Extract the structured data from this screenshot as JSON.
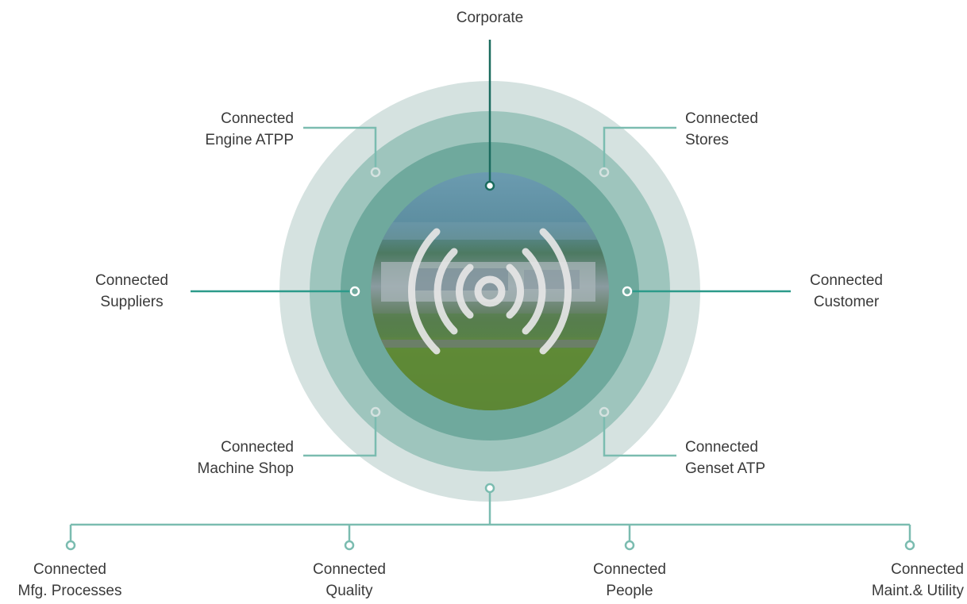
{
  "colors": {
    "ring_outer": "#d5e2e0",
    "ring_middle": "#9ec5bd",
    "ring_inner": "#6fa99d",
    "line_dark": "#1a6b5e",
    "line_teal": "#2c9a8a",
    "line_light": "#7bbcb0",
    "photo_sky": "#5f8ca0",
    "photo_ground": "#5f8a3e",
    "signal_icon": "#e3e3e3",
    "text": "#3a3a3a"
  },
  "icons": {
    "center": "wifi-signal-icon",
    "node": "circle-node-icon"
  },
  "hub": {
    "image": "aerial factory photo with wireless signal icon"
  },
  "nodes": {
    "corporate": {
      "line1": "Corporate"
    },
    "engine": {
      "line1": "Connected",
      "line2": "Engine ATPP"
    },
    "stores": {
      "line1": "Connected",
      "line2": "Stores"
    },
    "suppliers": {
      "line1": "Connected",
      "line2": "Suppliers"
    },
    "customer": {
      "line1": "Connected",
      "line2": "Customer"
    },
    "machine": {
      "line1": "Connected",
      "line2": "Machine Shop"
    },
    "genset": {
      "line1": "Connected",
      "line2": "Genset ATP"
    },
    "mfg": {
      "line1": "Connected",
      "line2": "Mfg. Processes"
    },
    "quality": {
      "line1": "Connected",
      "line2": "Quality"
    },
    "people": {
      "line1": "Connected",
      "line2": "People"
    },
    "maint": {
      "line1": "Connected",
      "line2": "Maint.& Utility"
    }
  }
}
